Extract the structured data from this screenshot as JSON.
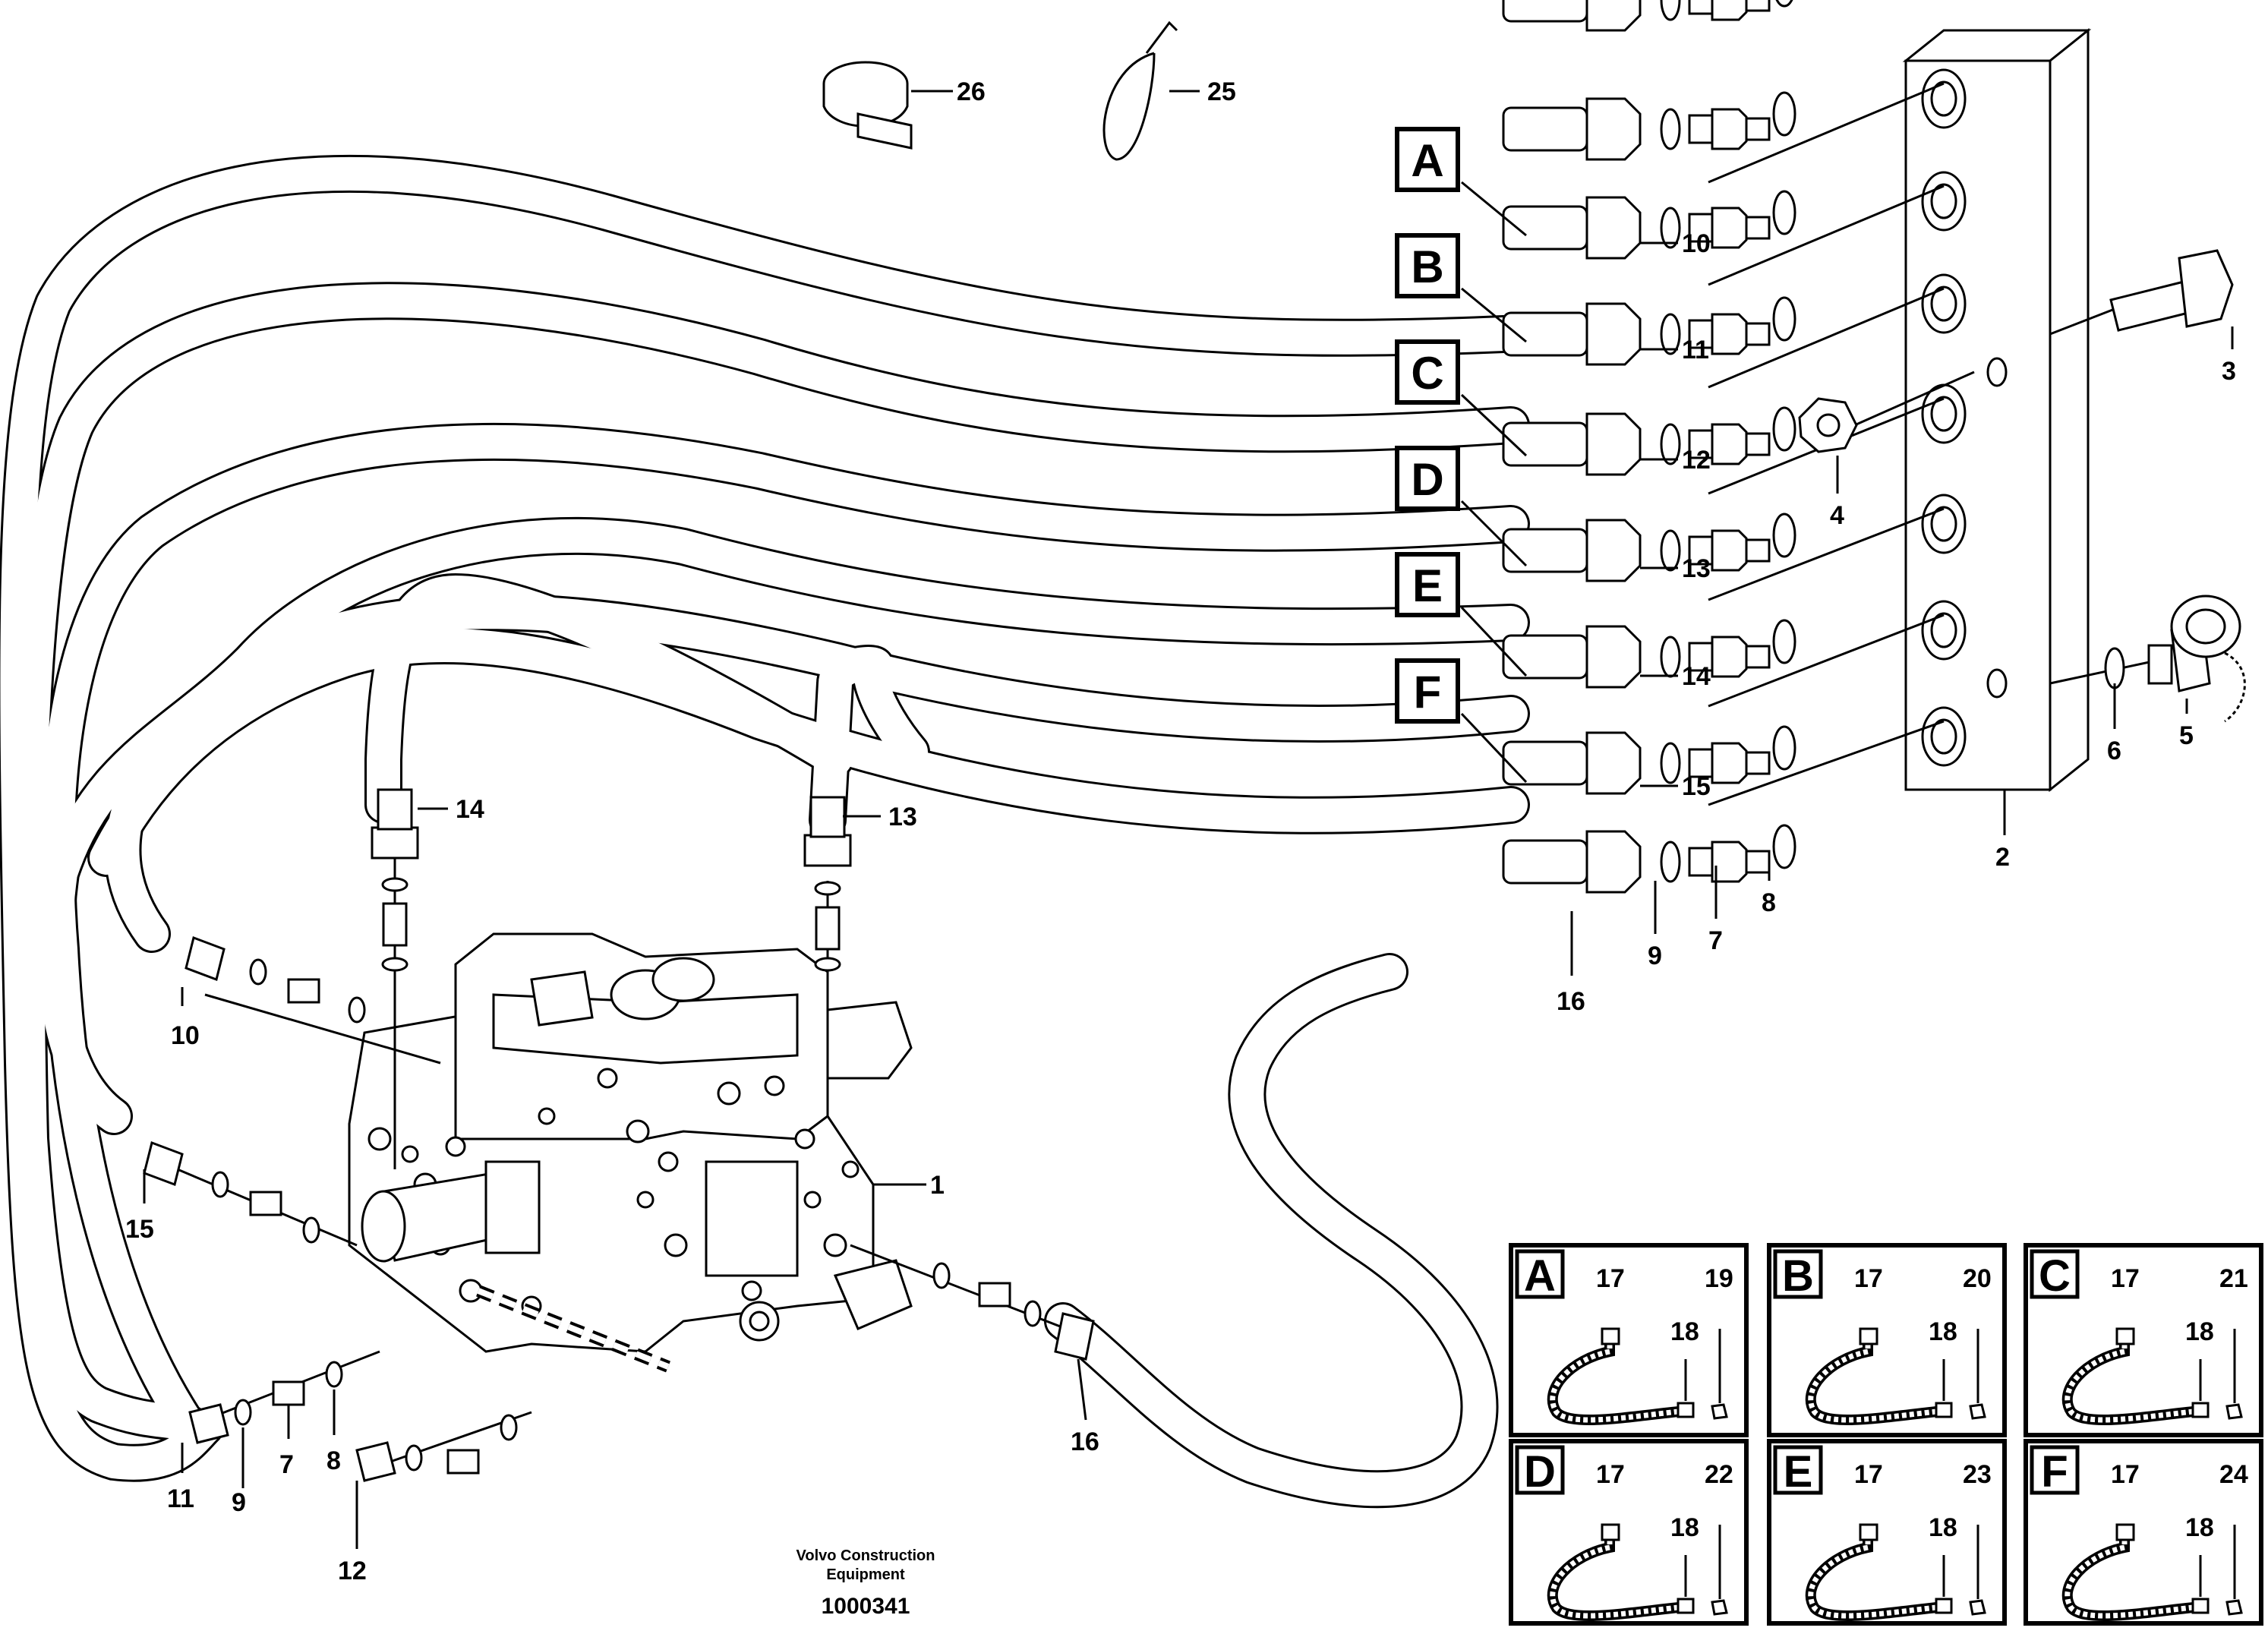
{
  "callouts": {
    "n1": "1",
    "n2": "2",
    "n3": "3",
    "n4": "4",
    "n5": "5",
    "n6": "6",
    "n7": "7",
    "n8": "8",
    "n9": "9",
    "n10": "10",
    "n11": "11",
    "n12": "12",
    "n13": "13",
    "n14": "14",
    "n15": "15",
    "n16": "16",
    "n25": "25",
    "n26": "26",
    "l7": "7",
    "l8": "8",
    "l9": "9",
    "l10": "10",
    "l11": "11",
    "l12": "12",
    "l13": "13",
    "l14": "14",
    "l15": "15",
    "l16": "16"
  },
  "hose_letters": [
    "A",
    "B",
    "C",
    "D",
    "E",
    "F"
  ],
  "detail_panels": [
    {
      "letter": "A",
      "a": "17",
      "b": "18",
      "c": "19"
    },
    {
      "letter": "B",
      "a": "17",
      "b": "18",
      "c": "20"
    },
    {
      "letter": "C",
      "a": "17",
      "b": "18",
      "c": "21"
    },
    {
      "letter": "D",
      "a": "17",
      "b": "18",
      "c": "22"
    },
    {
      "letter": "E",
      "a": "17",
      "b": "18",
      "c": "23"
    },
    {
      "letter": "F",
      "a": "17",
      "b": "18",
      "c": "24"
    }
  ],
  "footer": {
    "company_line1": "Volvo Construction",
    "company_line2": "Equipment",
    "drawing_number": "1000341"
  }
}
